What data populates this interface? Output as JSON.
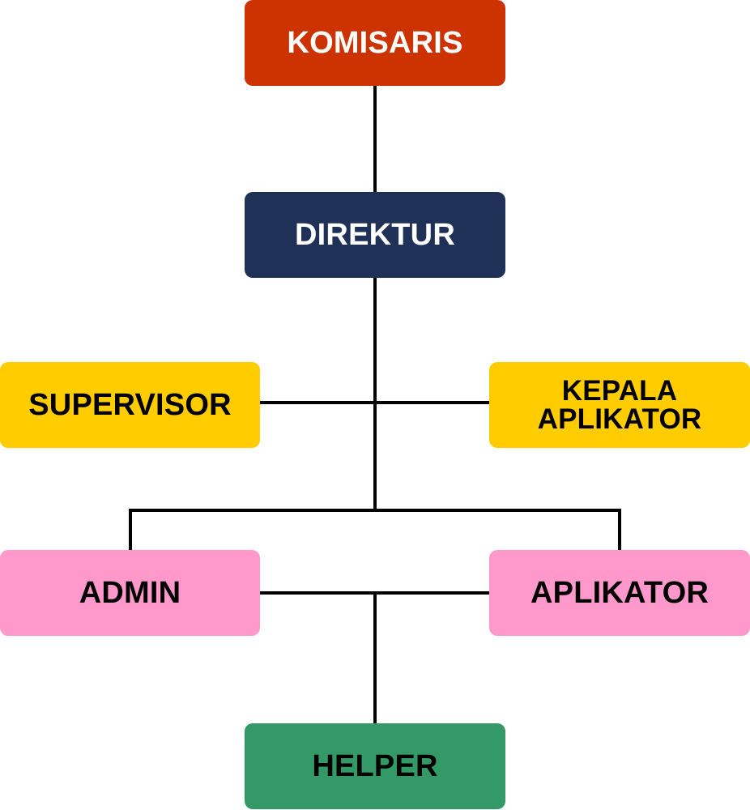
{
  "colors": {
    "top": "#cc3300",
    "director": "#1f3156",
    "middle": "#ffcc00",
    "staff": "#ff99cc",
    "helper": "#339966",
    "connector": "#000000",
    "text_light": "#ffffff",
    "text_dark": "#000000"
  },
  "nodes": {
    "komisaris": {
      "label": "KOMISARIS"
    },
    "direktur": {
      "label": "DIREKTUR"
    },
    "supervisor": {
      "label": "SUPERVISOR"
    },
    "kepala_aplikator": {
      "label": "KEPALA\nAPLIKATOR"
    },
    "admin": {
      "label": "ADMIN"
    },
    "aplikator": {
      "label": "APLIKATOR"
    },
    "helper": {
      "label": "HELPER"
    }
  }
}
